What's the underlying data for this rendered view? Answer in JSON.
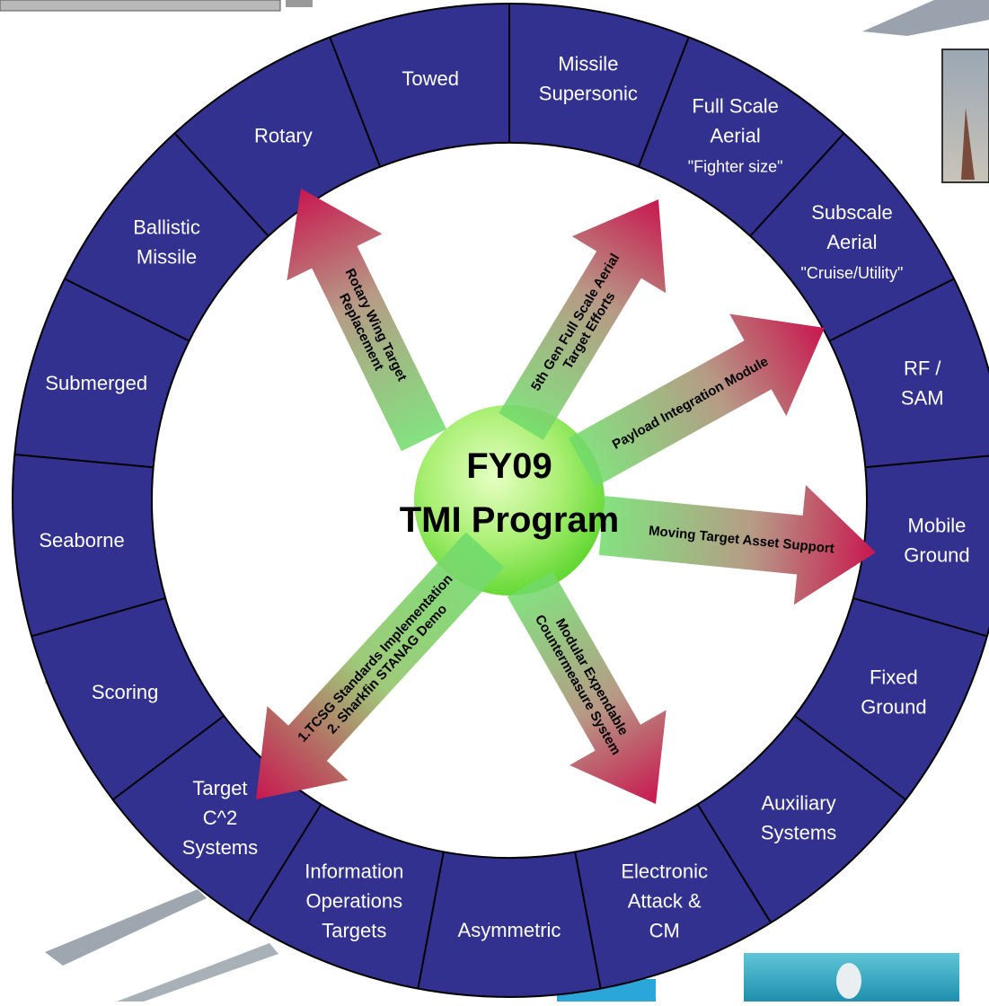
{
  "center": {
    "line1": "FY09",
    "line2": "TMI Program"
  },
  "segments": [
    {
      "id": "missile-supersonic",
      "lines": [
        "Missile",
        "Supersonic"
      ]
    },
    {
      "id": "full-scale-aerial",
      "lines": [
        "Full Scale",
        "Aerial",
        "\"Fighter size\""
      ]
    },
    {
      "id": "subscale-aerial",
      "lines": [
        "Subscale",
        "Aerial",
        "\"Cruise/Utility\""
      ]
    },
    {
      "id": "rf-sam",
      "lines": [
        "RF /",
        "SAM"
      ]
    },
    {
      "id": "mobile-ground",
      "lines": [
        "Mobile",
        "Ground"
      ]
    },
    {
      "id": "fixed-ground",
      "lines": [
        "Fixed",
        "Ground"
      ]
    },
    {
      "id": "auxiliary-systems",
      "lines": [
        "Auxiliary",
        "Systems"
      ]
    },
    {
      "id": "electronic-attack",
      "lines": [
        "Electronic",
        "Attack &",
        "CM"
      ]
    },
    {
      "id": "asymmetric",
      "lines": [
        "Asymmetric"
      ]
    },
    {
      "id": "information-operations",
      "lines": [
        "Information",
        "Operations",
        "Targets"
      ]
    },
    {
      "id": "target-c2-systems",
      "lines": [
        "Target",
        "C^2",
        "Systems"
      ]
    },
    {
      "id": "scoring",
      "lines": [
        "Scoring"
      ]
    },
    {
      "id": "seaborne",
      "lines": [
        "Seaborne"
      ]
    },
    {
      "id": "submerged",
      "lines": [
        "Submerged"
      ]
    },
    {
      "id": "ballistic-missile",
      "lines": [
        "Ballistic",
        "Missile"
      ]
    },
    {
      "id": "rotary",
      "lines": [
        "Rotary"
      ]
    },
    {
      "id": "towed",
      "lines": [
        "Towed"
      ]
    }
  ],
  "arrows": [
    {
      "id": "rotary-wing",
      "lines": [
        "Rotary Wing Target",
        "Replacement"
      ]
    },
    {
      "id": "fifth-gen",
      "lines": [
        "5th Gen Full Scale Aerial",
        "Target Efforts"
      ]
    },
    {
      "id": "payload",
      "lines": [
        "Payload Integration Module"
      ]
    },
    {
      "id": "moving-target",
      "lines": [
        "Moving Target Asset Support"
      ]
    },
    {
      "id": "modular-expendable",
      "lines": [
        "Modular Expendable",
        "Countermeasure System"
      ]
    },
    {
      "id": "tcsg",
      "lines": [
        "1.TCSG Standards Implementation",
        "2. Sharkfin STANAG Demo"
      ]
    }
  ],
  "colors": {
    "ring": "#32318f",
    "arrow_tip": "#c8174f",
    "arrow_tail": "#6fdc6a",
    "center_light": "#e6ffc2",
    "center_dark": "#66dd33"
  }
}
